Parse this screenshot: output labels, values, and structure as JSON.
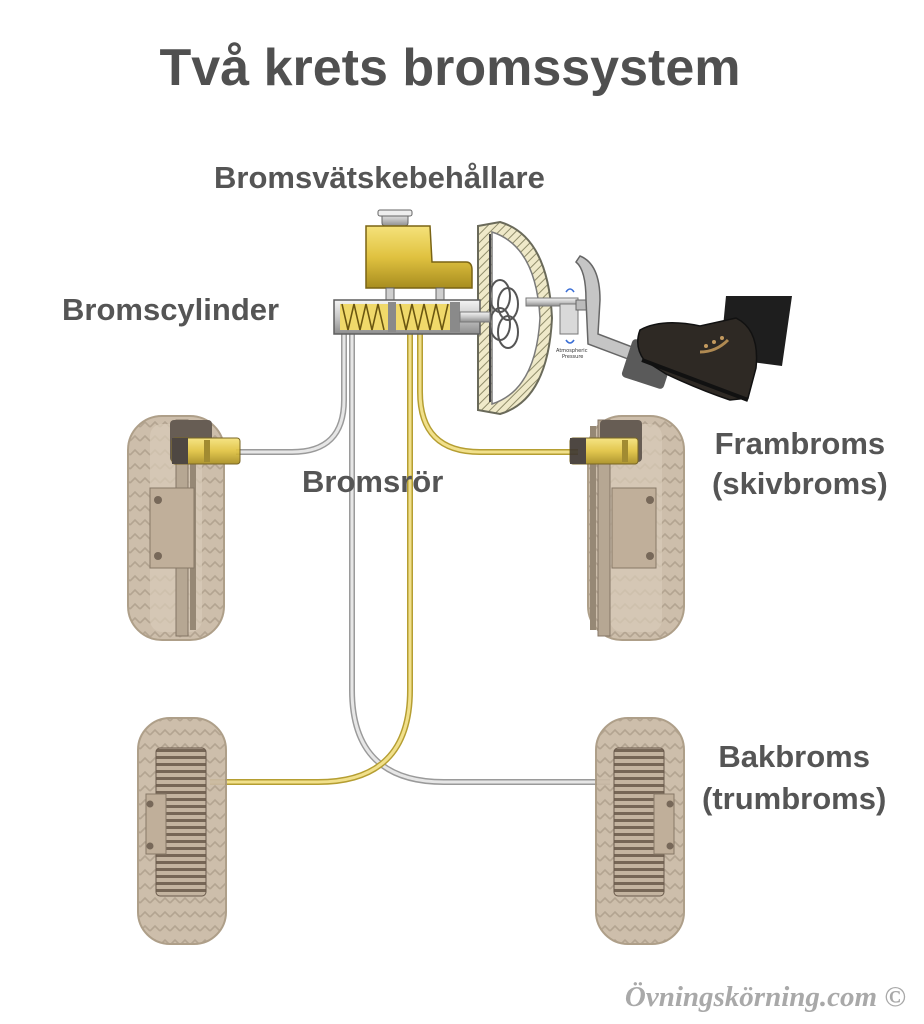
{
  "title": "Två krets bromssystem",
  "labels": {
    "reservoir": "Bromsvätskebehållare",
    "master_cylinder": "Bromscylinder",
    "brake_lines": "Bromsrör",
    "front_brake": "Frambroms",
    "front_brake_type": "(skivbroms)",
    "rear_brake": "Bakbroms",
    "rear_brake_type": "(trumbroms)"
  },
  "booster_text": {
    "line1": "Atmospheric",
    "line2": "Pressure"
  },
  "watermark": "Övningskörning.com ©",
  "colors": {
    "circuit_1_pipe": "#d9c45a",
    "circuit_2_pipe": "#b8b8b8",
    "tire": "#c9b9a4",
    "label_text": "#555555"
  }
}
